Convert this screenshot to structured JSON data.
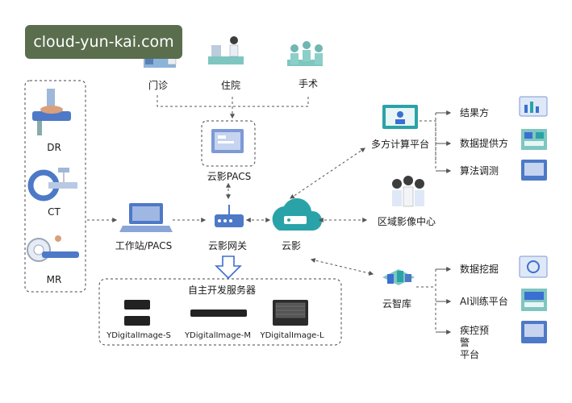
{
  "watermark": "cloud-yun-kai.com",
  "modalities": {
    "dr": "DR",
    "ct": "CT",
    "mr": "MR"
  },
  "clinical": {
    "outpatient": "门诊",
    "inpatient": "住院",
    "surgery": "手术"
  },
  "nodes": {
    "workstation": "工作站/PACS",
    "cloud_pacs": "云影PACS",
    "gateway": "云影网关",
    "cloud": "云影",
    "mpc": "多方计算平台",
    "regional": "区域影像中心",
    "smart_lib": "云智库"
  },
  "servers": {
    "title": "自主开发服务器",
    "s": "YDigitalImage-S",
    "m": "YDigitalImage-M",
    "l": "YDigitalImage-L"
  },
  "mpc_roles": {
    "result": "结果方",
    "data_provider": "数据提供方",
    "algorithm": "算法调测"
  },
  "lib_apps": {
    "mining": "数据挖掘",
    "ai_training": "AI训练平台",
    "disease_line1": "疾控预警",
    "disease_line2": "平台"
  },
  "colors": {
    "accent": "#2aa3a8",
    "blue": "#3b6fd1",
    "line": "#555555"
  }
}
